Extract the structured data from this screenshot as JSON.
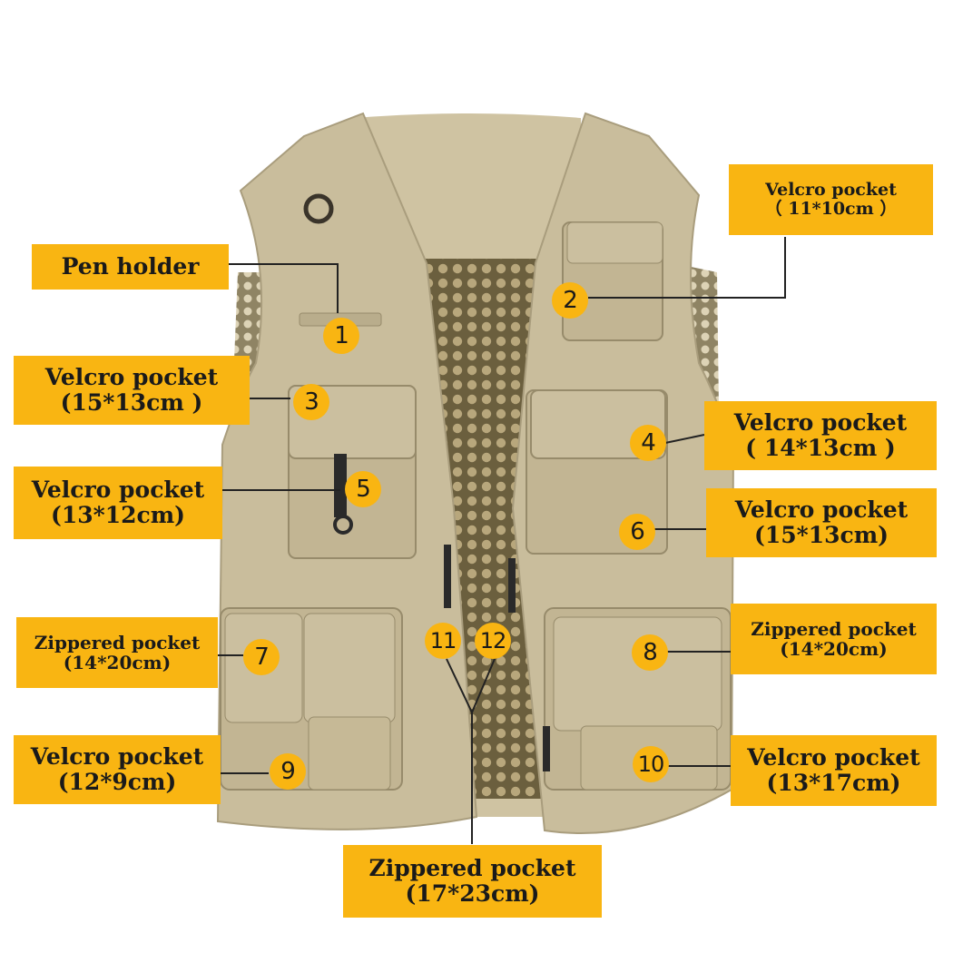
{
  "callouts": [
    {
      "line1": "Pen holder",
      "line2": ""
    },
    {
      "line1": "Velcro pocket",
      "line2": "（ 11*10cm ）"
    },
    {
      "line1": "Velcro pocket",
      "line2": "(15*13cm )"
    },
    {
      "line1": "Velcro pocket",
      "line2": "( 14*13cm )"
    },
    {
      "line1": "Velcro pocket",
      "line2": "(13*12cm)"
    },
    {
      "line1": "Velcro pocket",
      "line2": "(15*13cm)"
    },
    {
      "line1": "Zippered pocket",
      "line2": "(14*20cm)"
    },
    {
      "line1": "Zippered pocket",
      "line2": "(14*20cm)"
    },
    {
      "line1": "Velcro pocket",
      "line2": "(12*9cm)"
    },
    {
      "line1": "Velcro pocket",
      "line2": "(13*17cm)"
    },
    {
      "line1": "Zippered pocket",
      "line2": "(17*23cm)"
    }
  ],
  "badges": [
    "1",
    "2",
    "3",
    "4",
    "5",
    "6",
    "7",
    "8",
    "9",
    "10",
    "11",
    "12"
  ],
  "colors": {
    "label_bg": "#f9b512",
    "vest": "#c9bd9c",
    "mesh": "#6b5f3e",
    "leader": "#222222"
  }
}
